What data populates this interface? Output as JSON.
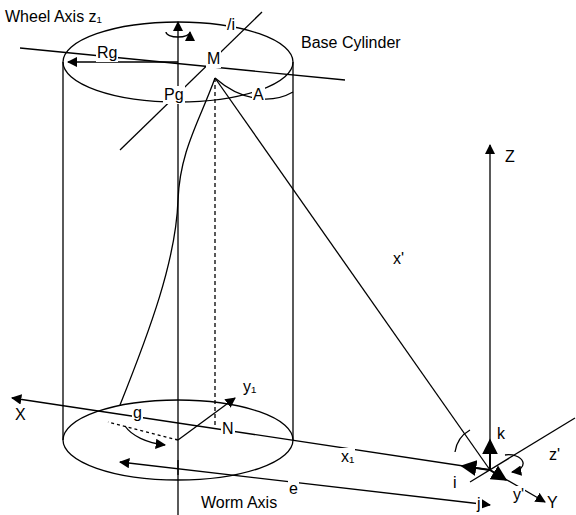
{
  "diagram": {
    "labels": [
      "Wheel Axis z₁",
      "/i",
      "Base Cylinder",
      "Rg",
      "M",
      "Pg",
      "A",
      "Z",
      "x'",
      "X",
      "y₁",
      "N",
      "g",
      "x₁",
      "k",
      "e",
      "i",
      "z'",
      "y'",
      "j",
      "Worm Axis",
      "Y"
    ]
  }
}
